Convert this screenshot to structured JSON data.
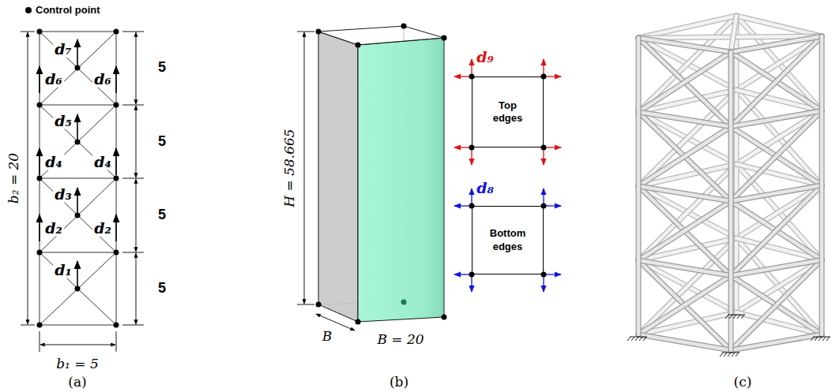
{
  "diagram": {
    "nodes": [
      {
        "text": [
          "Top edges"
        ]
      },
      {
        "text": [
          "Bottom edges"
        ]
      }
    ],
    "labels": [
      "d₇",
      "d₆",
      "d₆",
      "d₅",
      "d₄",
      "d₄",
      "d₃",
      "d₂",
      "d₂",
      "d₁",
      "5",
      "5",
      "5",
      "5",
      "b₂ = 20",
      "b₁ = 5",
      "H = 58.665",
      "B",
      "B = 20",
      "d₉",
      "d₈",
      "(a)",
      "(b)",
      "(c)"
    ],
    "legend": [
      {
        "text": "Control point",
        "color": "#000000"
      }
    ]
  }
}
